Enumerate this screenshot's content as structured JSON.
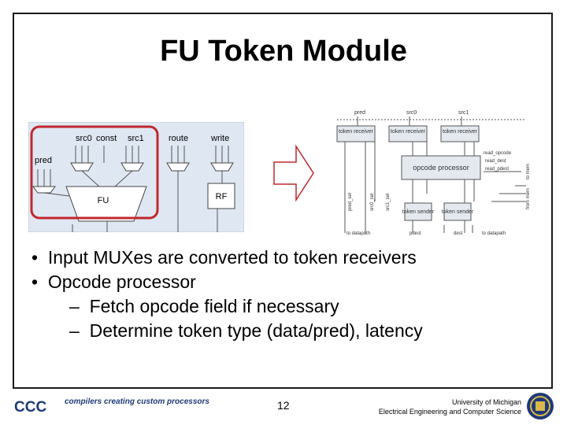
{
  "slide": {
    "title": "FU Token Module",
    "bullets": [
      {
        "level": 1,
        "text": "Input MUXes are converted to token receivers"
      },
      {
        "level": 1,
        "text": "Opcode processor"
      },
      {
        "level": 2,
        "text": "Fetch opcode field if necessary"
      },
      {
        "level": 2,
        "text": "Determine token type (data/pred), latency"
      }
    ],
    "page_number": "12",
    "footer": {
      "logo_mark": "CCC",
      "logo_tagline": "compilers creating custom processors",
      "university": "University of Michigan",
      "department": "Electrical Engineering and Computer Science"
    }
  },
  "left_diagram": {
    "labels": {
      "src0": "src0",
      "const": "const",
      "src1": "src1",
      "route": "route",
      "write": "write",
      "pred": "pred",
      "fu": "FU",
      "rf": "RF"
    },
    "highlight_color": "#c0282d",
    "panel_color": "#dfe7f2"
  },
  "right_diagram": {
    "labels": {
      "pred": "pred",
      "src0": "src0",
      "src1": "src1",
      "rx1": "token receiver",
      "rx2": "token receiver",
      "rx3": "token receiver",
      "opcode": "opcode processor",
      "read_opcode": "read_opcode",
      "read_dest": "read_dest",
      "read_pdest": "read_pdest",
      "to_mem": "to mem",
      "from_mem": "from mem",
      "pred_sel": "pred_sel",
      "src0_sel": "src0_sel",
      "src1_sel": "src1_sel",
      "tx1": "token sender",
      "tx2": "token sender",
      "to_datapath_left": "to datapath",
      "pdest": "pdest",
      "dest": "dest",
      "to_datapath_right": "to datapath"
    }
  }
}
